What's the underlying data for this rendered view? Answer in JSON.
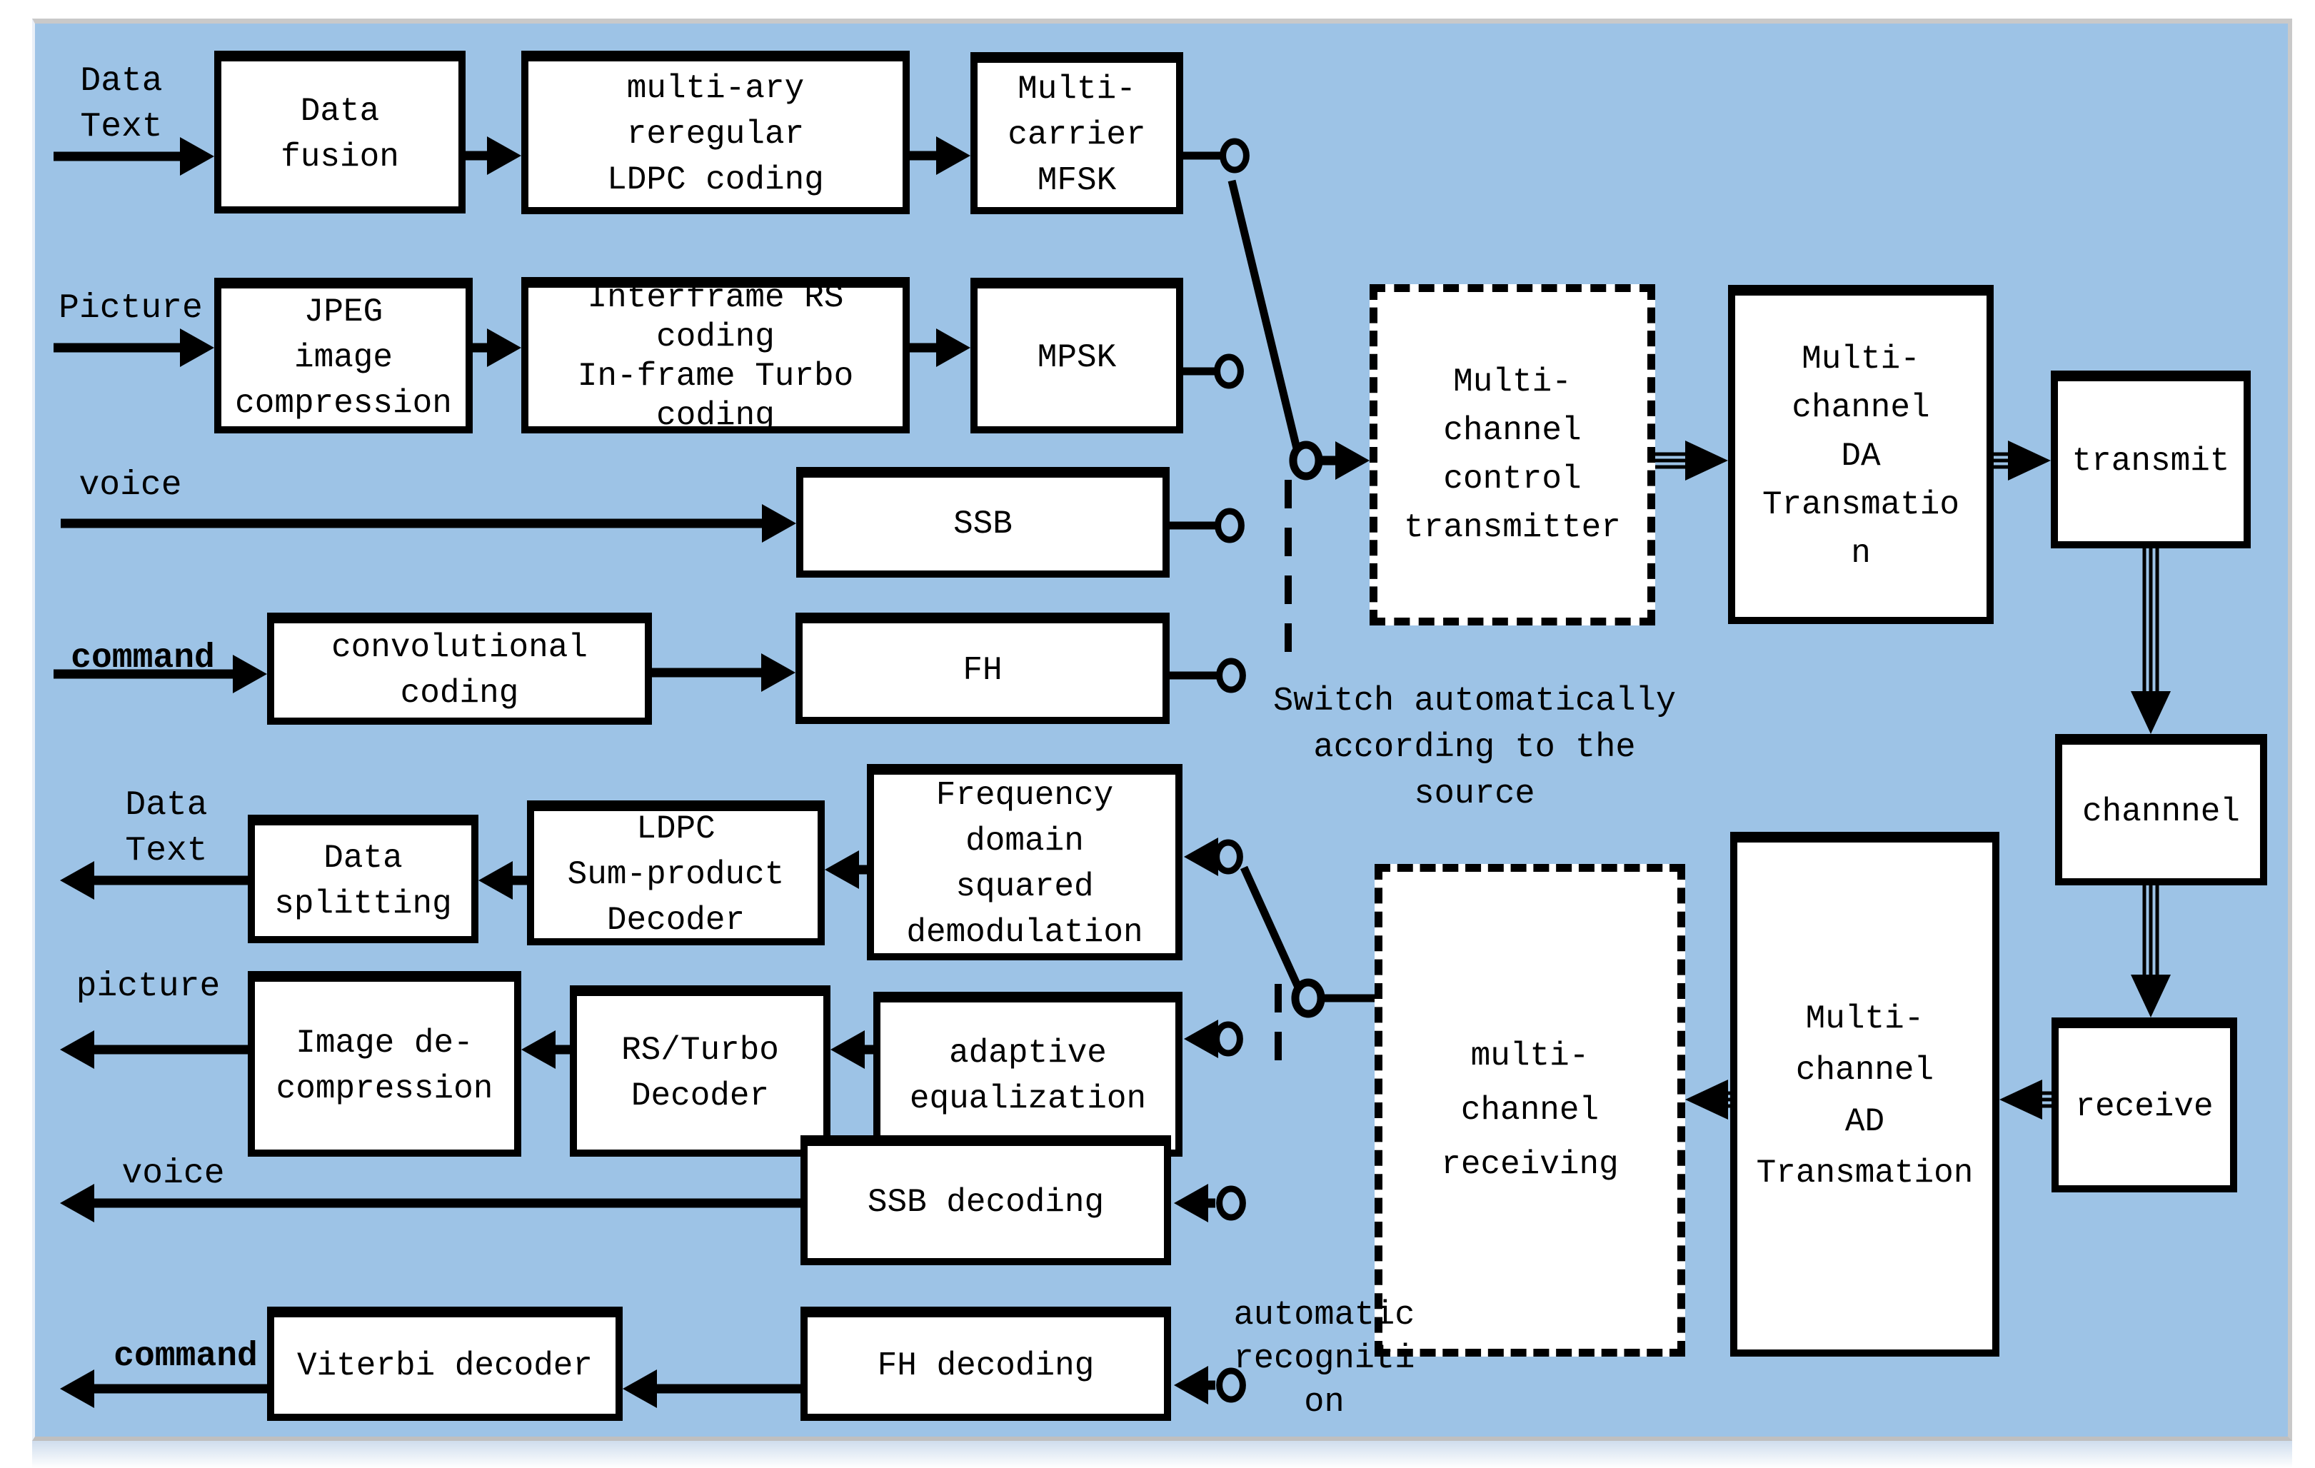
{
  "colors": {
    "canvas": "#9dc3e6",
    "frame": "#c9c9c9",
    "box_bg": "#ffffff",
    "line": "#000000",
    "shadow": "#cfdded"
  },
  "labels": {
    "in_data": "Data\nText",
    "in_picture": "Picture",
    "in_voice": "voice",
    "in_command": "command",
    "out_data": "Data\nText",
    "out_picture": "picture",
    "out_voice": "voice",
    "out_command": "command"
  },
  "blocks": {
    "data_fusion": "Data\nfusion",
    "ldpc_coding": "multi-ary\nreregular\nLDPC coding",
    "mfsk": "Multi-\ncarrier\nMFSK",
    "jpeg": "JPEG\nimage\ncompression",
    "interframe": "Interframe RS\ncoding\nIn-frame Turbo\ncoding",
    "mpsk": "MPSK",
    "ssb": "SSB",
    "conv": "convolutional\ncoding",
    "fh": "FH",
    "control_tx": "Multi-\nchannel\ncontrol\ntransmitter",
    "da": "Multi-\nchannel\nDA\nTransmatio\nn",
    "transmit": "transmit",
    "channel": "channnel",
    "receive": "receive",
    "ad": "Multi-\nchannel\nAD\nTransmation",
    "receiving": "multi-\nchannel\nreceiving",
    "data_splitting": "Data\nsplitting",
    "ldpc_decoder": "LDPC\nSum-product\nDecoder",
    "freq_demod": "Frequency\ndomain\nsquared\ndemodulation",
    "image_decomp": "Image de-\ncompression",
    "rs_turbo": "RS/Turbo\nDecoder",
    "adaptive_eq": "adaptive\nequalization",
    "ssb_decoding": "SSB decoding",
    "viterbi": "Viterbi decoder",
    "fh_decoding": "FH decoding"
  },
  "notes": {
    "switch_auto": "Switch automatically\naccording to the\nsource",
    "auto_recognition": "automatic\nrecogniti\non"
  }
}
